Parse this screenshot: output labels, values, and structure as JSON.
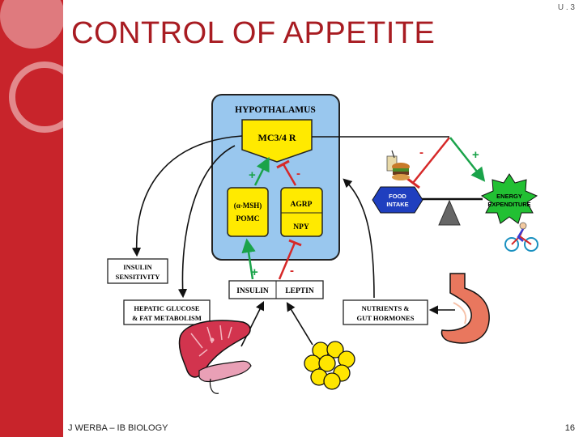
{
  "slide": {
    "title": "CONTROL OF APPETITE",
    "corner_label": "U . 3",
    "footer_left": "J WERBA – IB BIOLOGY",
    "page_number": "16"
  },
  "diagram": {
    "hypothalamus": "HYPOTHALAMUS",
    "receptor": "MC3/4 R",
    "msh": "(α-MSH)",
    "pomc": "POMC",
    "agrp": "AGRP",
    "npy": "NPY",
    "insulin": "INSULIN",
    "leptin": "LEPTIN",
    "insulin_sensitivity_1": "INSULIN",
    "insulin_sensitivity_2": "SENSITIVITY",
    "hepatic_1": "HEPATIC GLUCOSE",
    "hepatic_2": "& FAT METABOLISM",
    "nutrients_1": "NUTRIENTS &",
    "nutrients_2": "GUT HORMONES",
    "food_1": "FOOD",
    "food_2": "INTAKE",
    "energy_1": "ENERGY",
    "energy_2": "EXPENDITURE",
    "plus": "+",
    "minus": "-"
  },
  "colors": {
    "sidebar": "#c8242b",
    "hypothalamus_bg": "#99c7ee",
    "yellow": "#ffea00",
    "green_arrow": "#1aa34a",
    "red_arrow": "#d62828",
    "food_hex": "#1f3fbf",
    "energy_star": "#22c033"
  }
}
